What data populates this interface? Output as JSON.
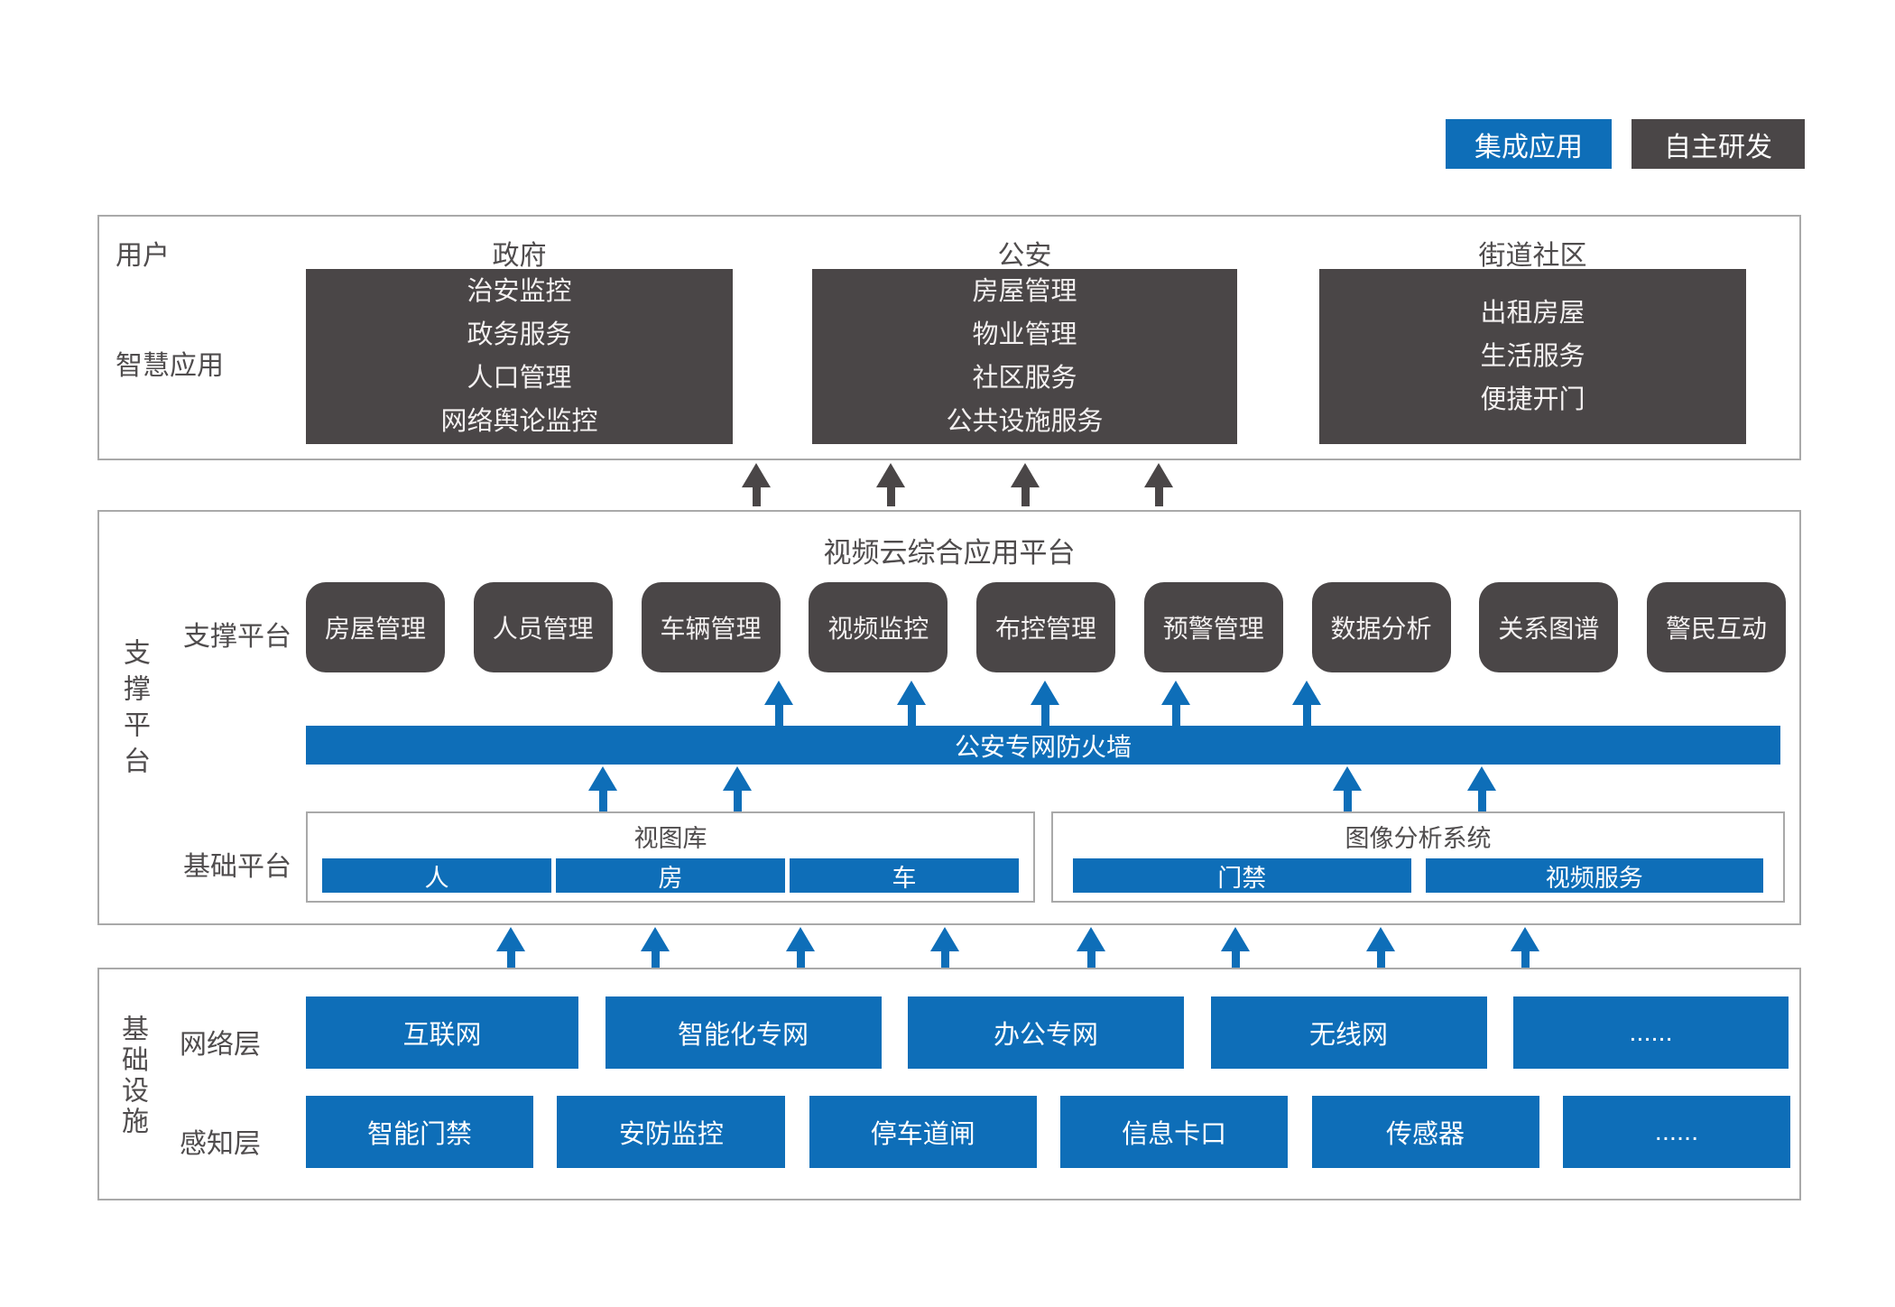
{
  "colors": {
    "accent_blue": "#0e6eb8",
    "dark_gray": "#4a4647",
    "section_border": "#a9a9a9",
    "label_text": "#4f4c4d",
    "box_text": "#f4f1f1"
  },
  "legend": {
    "items": [
      {
        "label": "集成应用",
        "color": "#0e6eb8"
      },
      {
        "label": "自主研发",
        "color": "#4a4647"
      }
    ]
  },
  "user_layer": {
    "row1_label": "用户",
    "row2_label": "智慧应用",
    "columns": [
      {
        "header": "政府",
        "items": [
          "治安监控",
          "政务服务",
          "人口管理",
          "网络舆论监控"
        ]
      },
      {
        "header": "公安",
        "items": [
          "房屋管理",
          "物业管理",
          "社区服务",
          "公共设施服务"
        ]
      },
      {
        "header": "街道社区",
        "items": [
          "出租房屋",
          "生活服务",
          "便捷开门"
        ]
      }
    ]
  },
  "platform_layer": {
    "side_label": "支撑平台",
    "title": "视频云综合应用平台",
    "support_row_label": "支撑平台",
    "support_modules": [
      "房屋管理",
      "人员管理",
      "车辆管理",
      "视频监控",
      "布控管理",
      "预警管理",
      "数据分析",
      "关系图谱",
      "警民互动"
    ],
    "firewall_label": "公安专网防火墙",
    "base_row_label": "基础平台",
    "base_groups": [
      {
        "title": "视图库",
        "items": [
          "人",
          "房",
          "车"
        ]
      },
      {
        "title": "图像分析系统",
        "items": [
          "门禁",
          "视频服务"
        ]
      }
    ]
  },
  "infrastructure_layer": {
    "side_label": "基础设施",
    "network_row_label": "网络层",
    "network_items": [
      "互联网",
      "智能化专网",
      "办公专网",
      "无线网",
      "......"
    ],
    "sensing_row_label": "感知层",
    "sensing_items": [
      "智能门禁",
      "安防监控",
      "停车道闸",
      "信息卡口",
      "传感器",
      "......"
    ]
  }
}
